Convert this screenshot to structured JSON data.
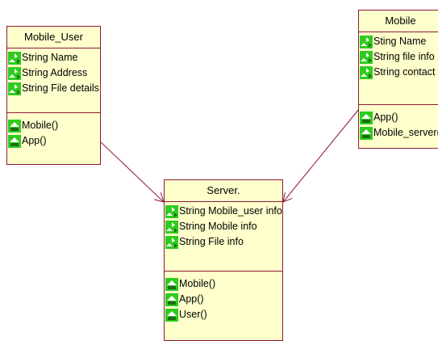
{
  "classes": {
    "mobile_user": {
      "name": "Mobile_User",
      "attributes": [
        "String Name",
        "String Address",
        "String File details"
      ],
      "operations": [
        "Mobile()",
        "App()"
      ]
    },
    "mobile": {
      "name": "Mobile",
      "attributes": [
        "Sting Name",
        "String file info",
        "String contact"
      ],
      "operations": [
        "App()",
        "Mobile_server("
      ]
    },
    "server": {
      "name": "Server.",
      "attributes": [
        "String Mobile_user info",
        "String Mobile info",
        "String File info"
      ],
      "operations": [
        "Mobile()",
        "App()",
        "User()"
      ]
    }
  },
  "icons": {
    "attribute": "attribute-icon",
    "operation": "operation-icon"
  },
  "colors": {
    "class_fill": "#ffffcc",
    "class_border": "#8b1a3a",
    "connector": "#8b1a3a",
    "icon_green": "#2ecc1f",
    "icon_dark": "#1a6e10"
  }
}
